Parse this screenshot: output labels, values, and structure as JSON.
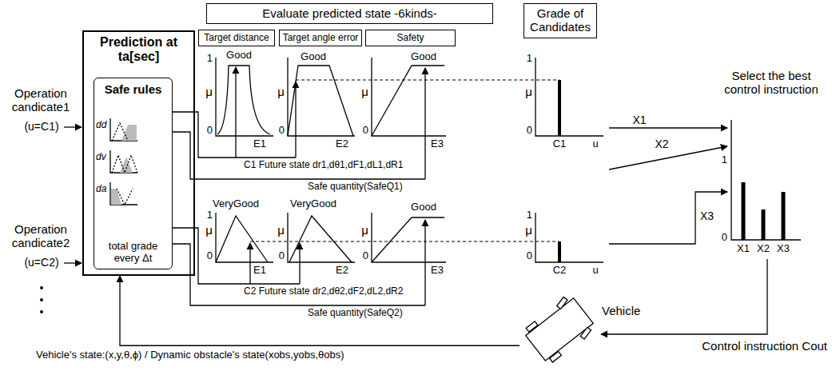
{
  "diagram": {
    "nodes": [
      {
        "text": [
          "Evaluate predicted state -6kinds-"
        ]
      },
      {
        "text": [
          "Target distance"
        ]
      },
      {
        "text": [
          "Target angle error"
        ]
      },
      {
        "text": [
          "Safety"
        ]
      },
      {
        "text": [
          "Grade of Candidates"
        ]
      },
      {
        "text": [
          "Prediction at ta[sec]"
        ]
      },
      {
        "text": [
          "Safe rules",
          "total grade every Δt"
        ],
        "in": 5
      },
      {
        "text": [
          "Vehicle"
        ]
      }
    ],
    "edges": [
      {
        "from": 7,
        "to": 5,
        "arrow": "to",
        "label": "Vehicle's state:(x,y,θ,ϕ) / Dynamic obstacle's state(xobs,yobs,θobs)"
      }
    ],
    "labels": [
      "Operation candicate1",
      "(u=C1)",
      "Operation candicate2",
      "(u=C2)",
      "dd",
      "dv",
      "da",
      "1",
      "μ",
      "0",
      "Good",
      "E1",
      "μ",
      "0",
      "Good",
      "E2",
      "μ",
      "0",
      "Good",
      "E3",
      "1",
      "μ",
      "0",
      "C1",
      "u",
      "C1 Future state dr1,dθ1,dF1,dL1,dR1",
      "Safe quantity(SafeQ1)",
      "1",
      "μ",
      "0",
      "VeryGood",
      "E1",
      "μ",
      "0",
      "VeryGood",
      "E2",
      "μ",
      "0",
      "Good",
      "E3",
      "1",
      "μ",
      "0",
      "C2",
      "u",
      "C2 Future state dr2,dθ2,dF2,dL2,dR2",
      "Safe quantity(SafeQ2)",
      "X1",
      "X2",
      "X3",
      "Select the best control instruction",
      "1",
      "0",
      "X1",
      "X2",
      "X3",
      "Control instruction Cout"
    ]
  }
}
